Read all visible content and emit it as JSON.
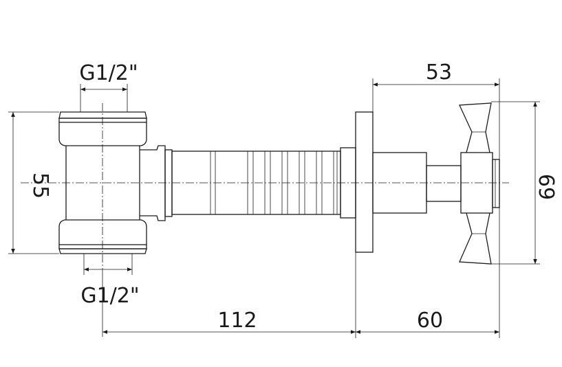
{
  "dimensions": {
    "thread_top": "G1/2\"",
    "thread_bottom": "G1/2\"",
    "body_height": "55",
    "handle_offset": "53",
    "handle_span": "69",
    "length_to_flange": "112",
    "length_flange_to_end": "60"
  }
}
